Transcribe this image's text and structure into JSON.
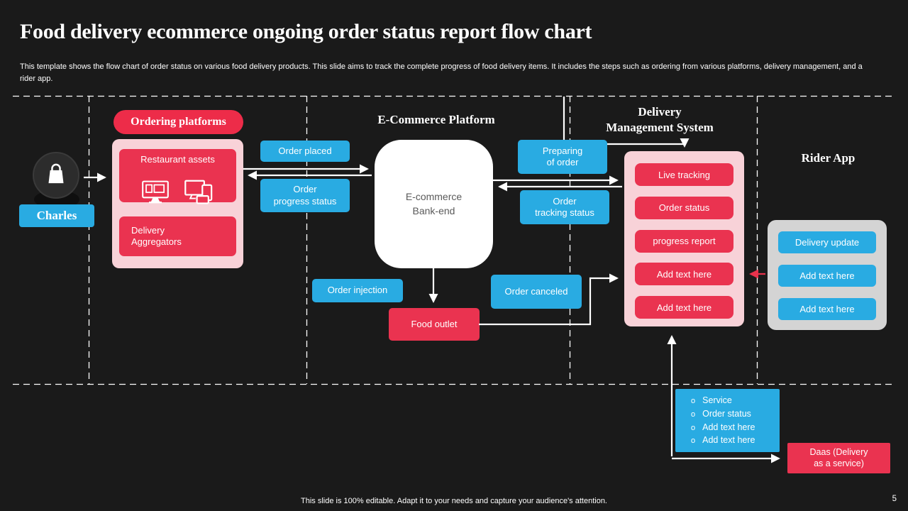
{
  "slide": {
    "title": "Food delivery ecommerce ongoing order status report flow chart",
    "subtitle": "This template shows the flow chart of order status on various food delivery products. This slide aims to track the complete progress of food delivery items. It includes the steps such as ordering from various platforms, delivery management, and a rider app.",
    "footer": "This slide is 100% editable. Adapt it to your needs and capture your audience's attention.",
    "page_number": "5"
  },
  "actor": {
    "name": "Charles",
    "icon": "shopping-bag-icon"
  },
  "ordering_platforms": {
    "header": "Ordering platforms",
    "restaurant_assets": "Restaurant assets",
    "restaurant_icons": [
      "desktop-monitor-icon",
      "multi-device-icon"
    ],
    "delivery_aggregators": "Delivery\nAggregators"
  },
  "ecommerce": {
    "header": "E-Commerce Platform",
    "core": "E-commerce\nBank-end"
  },
  "flow_labels": {
    "order_placed": "Order placed",
    "order_progress_status": "Order\nprogress status",
    "preparing_of_order": "Preparing\nof order",
    "order_tracking_status": "Order\ntracking status",
    "order_injection": "Order injection",
    "order_canceled": "Order canceled",
    "food_outlet": "Food outlet"
  },
  "delivery_management": {
    "header_lines": [
      "Delivery",
      "Management System"
    ],
    "items": [
      "Live tracking",
      "Order status",
      "progress report",
      "Add text here",
      "Add text here"
    ]
  },
  "rider_app": {
    "header": "Rider App",
    "items": [
      "Delivery update",
      "Add text here",
      "Add text here"
    ]
  },
  "service_list": {
    "bullet_char": "o",
    "items": [
      "Service",
      "Order status",
      "Add text here",
      "Add text here"
    ]
  },
  "daas_label": "Daas (Delivery\nas a service)",
  "colors": {
    "background": "#1a1a1a",
    "red": "#ea3350",
    "red_pill": "#ed2c49",
    "pink_panel": "#f8d2d8",
    "blue": "#29abe2",
    "gray_panel": "#d4d4d4",
    "white_node": "#ffffff",
    "backend_text": "#5a5a5a",
    "red_arrow": "#e8324c"
  }
}
